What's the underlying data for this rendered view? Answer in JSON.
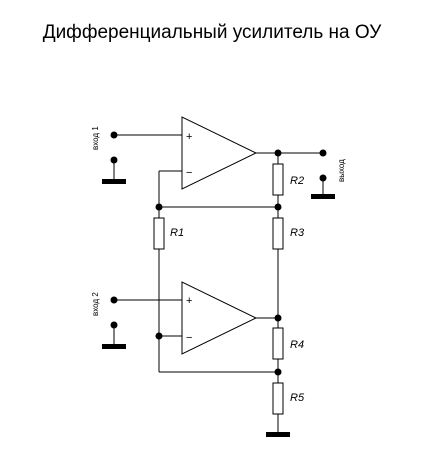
{
  "title": "Дифференциальный усилитель на ОУ",
  "signals": {
    "input1": "вход 1",
    "input2": "вход 2",
    "output": "выход"
  },
  "opamp_pins": {
    "noninverting": "+",
    "inverting": "−"
  },
  "resistors": {
    "r1": "R1",
    "r2": "R2",
    "r3": "R3",
    "r4": "R4",
    "r5": "R5"
  }
}
